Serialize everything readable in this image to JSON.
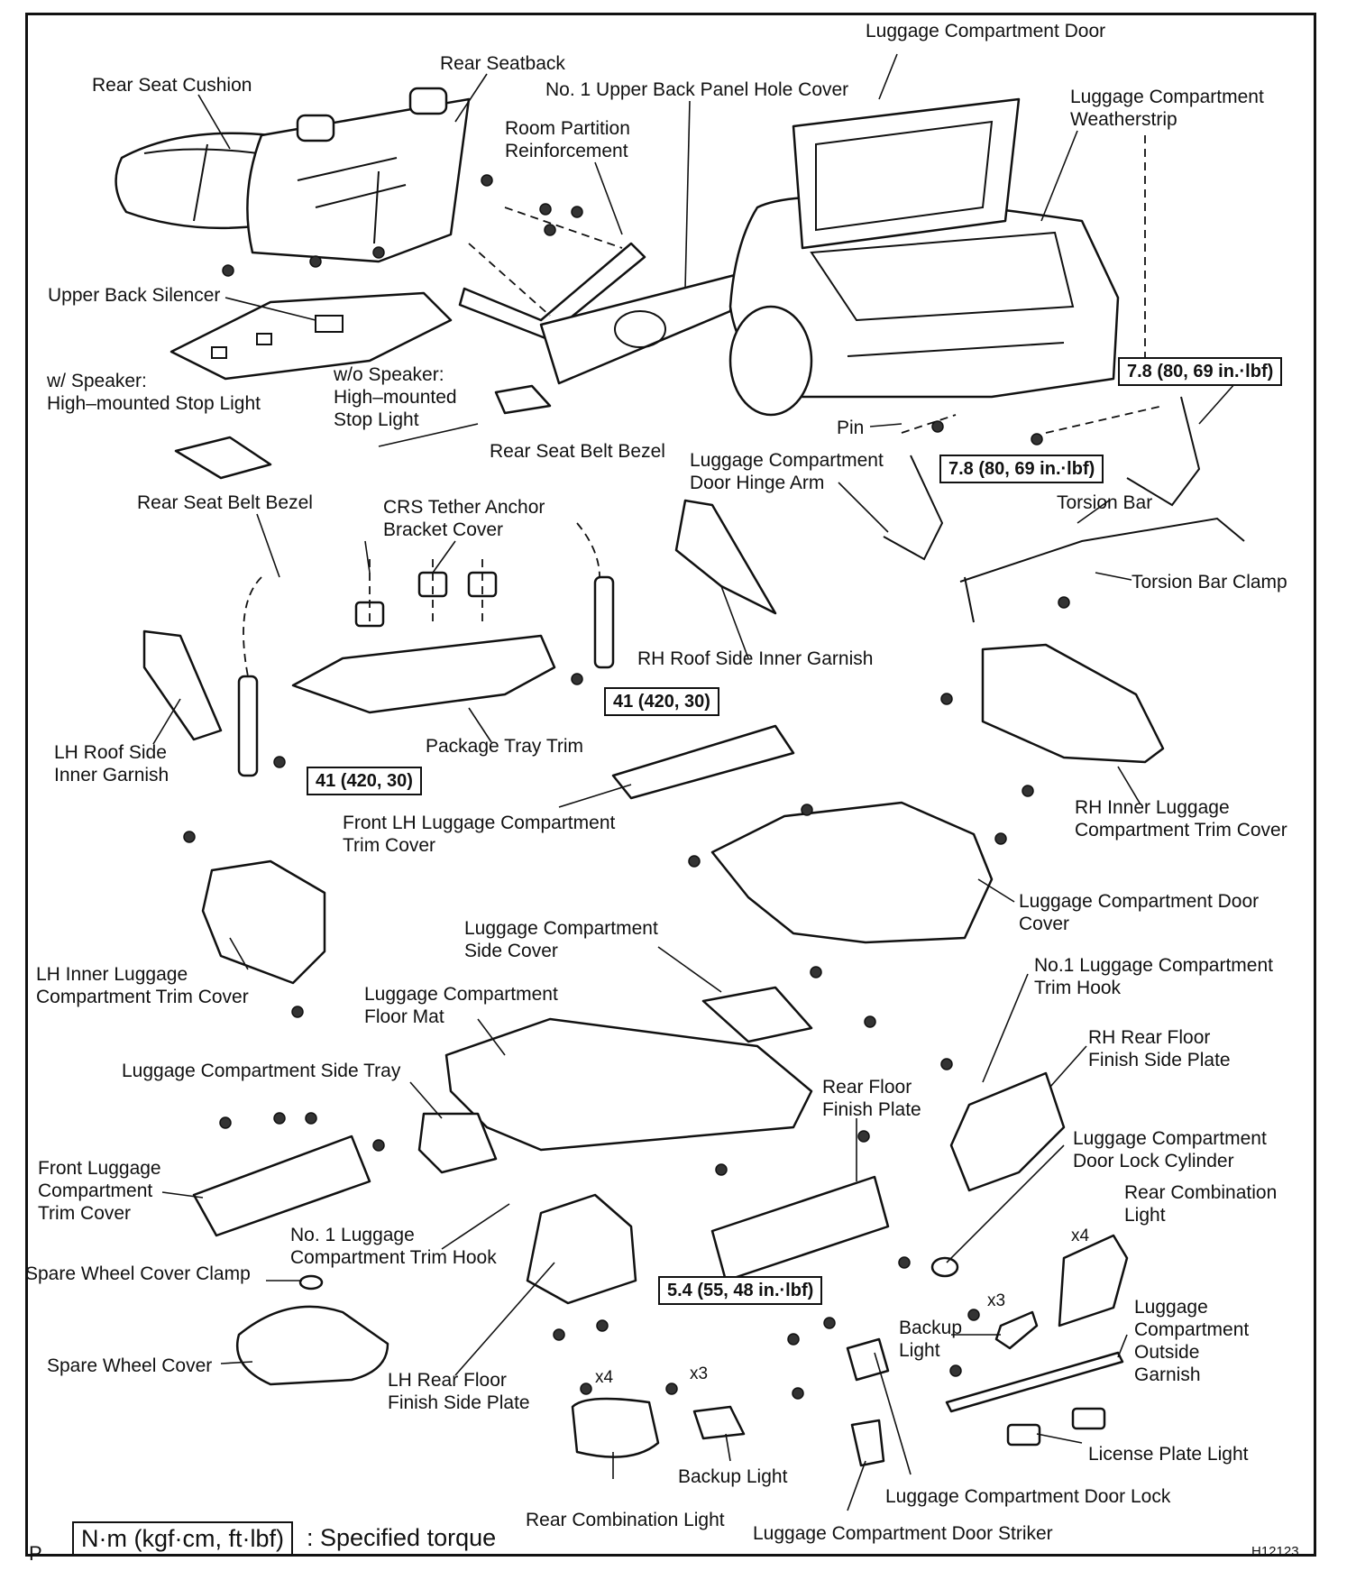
{
  "labels": {
    "luggage_door": "Luggage Compartment Door",
    "rear_seatback": "Rear Seatback",
    "rear_seat_cushion": "Rear Seat Cushion",
    "upper_back_hole_cover": "No. 1 Upper Back Panel Hole Cover",
    "weatherstrip_1": "Luggage Compartment",
    "weatherstrip_2": "Weatherstrip",
    "room_partition_1": "Room Partition",
    "room_partition_2": "Reinforcement",
    "upper_back_silencer": "Upper Back Silencer",
    "with_speaker_1": "w/ Speaker:",
    "with_speaker_2": "High–mounted Stop Light",
    "without_speaker_1": "w/o Speaker:",
    "without_speaker_2": "High–mounted",
    "without_speaker_3": "Stop Light",
    "pin": "Pin",
    "rear_belt_bezel_right": "Rear Seat Belt Bezel",
    "hinge_arm_1": "Luggage Compartment",
    "hinge_arm_2": "Door Hinge Arm",
    "rear_belt_bezel_left": "Rear Seat Belt Bezel",
    "crs_1": "CRS Tether Anchor",
    "crs_2": "Bracket Cover",
    "torsion_bar": "Torsion Bar",
    "torsion_bar_clamp": "Torsion Bar Clamp",
    "rh_roof_garnish": "RH Roof Side Inner Garnish",
    "lh_roof_garnish_1": "LH Roof Side",
    "lh_roof_garnish_2": "Inner Garnish",
    "package_tray": "Package Tray Trim",
    "front_lh_trim_1": "Front LH Luggage Compartment",
    "front_lh_trim_2": "Trim Cover",
    "rh_inner_trim_1": "RH Inner Luggage",
    "rh_inner_trim_2": "Compartment Trim Cover",
    "door_cover_1": "Luggage Compartment Door",
    "door_cover_2": "Cover",
    "side_cover_1": "Luggage Compartment",
    "side_cover_2": "Side Cover",
    "lh_inner_trim_1": "LH Inner Luggage",
    "lh_inner_trim_2": "Compartment Trim Cover",
    "floor_mat_1": "Luggage Compartment",
    "floor_mat_2": "Floor Mat",
    "trim_hook_r_1": "No.1 Luggage Compartment",
    "trim_hook_r_2": "Trim Hook",
    "rh_finish_plate_1": "RH Rear Floor",
    "rh_finish_plate_2": "Finish Side Plate",
    "side_tray": "Luggage Compartment Side Tray",
    "rear_floor_plate_1": "Rear Floor",
    "rear_floor_plate_2": "Finish Plate",
    "lock_cylinder_1": "Luggage Compartment",
    "lock_cylinder_2": "Door Lock Cylinder",
    "front_trim_1": "Front Luggage",
    "front_trim_2": "Compartment",
    "front_trim_3": "Trim Cover",
    "trim_hook_l_1": "No. 1 Luggage",
    "trim_hook_l_2": "Compartment Trim Hook",
    "rear_combo_r_1": "Rear Combination",
    "rear_combo_r_2": "Light",
    "spare_clamp": "Spare Wheel Cover Clamp",
    "backup_light_r_1": "Backup",
    "backup_light_r_2": "Light",
    "outside_garnish_1": "Luggage",
    "outside_garnish_2": "Compartment",
    "outside_garnish_3": "Outside",
    "outside_garnish_4": "Garnish",
    "spare_cover": "Spare Wheel Cover",
    "lh_finish_plate_1": "LH Rear Floor",
    "lh_finish_plate_2": "Finish Side Plate",
    "license_light": "License Plate Light",
    "backup_light_l": "Backup Light",
    "door_lock": "Luggage Compartment Door Lock",
    "rear_combo_l": "Rear Combination Light",
    "door_striker": "Luggage Compartment Door Striker"
  },
  "torques": {
    "t1": "7.8 (80, 69 in.·lbf)",
    "t2": "7.8 (80, 69 in.·lbf)",
    "t3": "41 (420, 30)",
    "t4": "41 (420, 30)",
    "t5": "5.4 (55, 48 in.·lbf)"
  },
  "quantities": {
    "x4_right": "x4",
    "x3_right": "x3",
    "x4_left": "x4",
    "x3_left": "x3"
  },
  "legend": {
    "unit_box": "N·m (kgf·cm, ft·lbf)",
    "text": ": Specified torque"
  },
  "corner": "P",
  "figure_id": "H12123"
}
